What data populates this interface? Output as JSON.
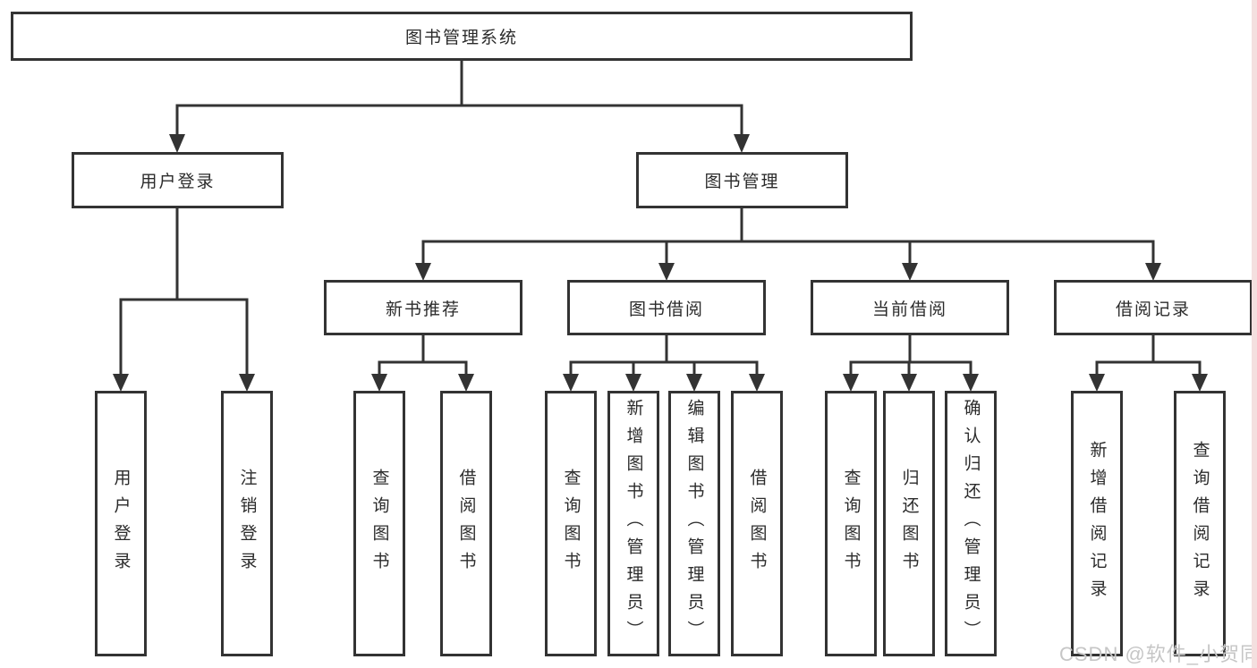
{
  "diagram_title": "图书管理系统",
  "nodes": {
    "root": {
      "label": "图书管理系统"
    },
    "user_login": {
      "label": "用户登录"
    },
    "book_mgmt": {
      "label": "图书管理"
    },
    "new_book_rec": {
      "label": "新书推荐"
    },
    "book_borrow": {
      "label": "图书借阅"
    },
    "current_borrow": {
      "label": "当前借阅"
    },
    "borrow_record": {
      "label": "借阅记录"
    },
    "user_login_leaf": {
      "label": "用户登录"
    },
    "logout_leaf": {
      "label": "注销登录"
    },
    "query_book_rec": {
      "label": "查询图书"
    },
    "borrow_book_rec": {
      "label": "借阅图书"
    },
    "query_book_borrow": {
      "label": "查询图书"
    },
    "add_book_admin": {
      "label": "新增图书（管理员）"
    },
    "edit_book_admin": {
      "label": "编辑图书（管理员）"
    },
    "borrow_book_leaf": {
      "label": "借阅图书"
    },
    "query_book_current": {
      "label": "查询图书"
    },
    "return_book": {
      "label": "归还图书"
    },
    "confirm_return_admin": {
      "label": "确认归还（管理员）"
    },
    "add_borrow_record": {
      "label": "新增借阅记录"
    },
    "query_borrow_record": {
      "label": "查询借阅记录"
    }
  },
  "hierarchy": {
    "root": [
      "user_login",
      "book_mgmt"
    ],
    "user_login": [
      "user_login_leaf",
      "logout_leaf"
    ],
    "book_mgmt": [
      "new_book_rec",
      "book_borrow",
      "current_borrow",
      "borrow_record"
    ],
    "new_book_rec": [
      "query_book_rec",
      "borrow_book_rec"
    ],
    "book_borrow": [
      "query_book_borrow",
      "add_book_admin",
      "edit_book_admin",
      "borrow_book_leaf"
    ],
    "current_borrow": [
      "query_book_current",
      "return_book",
      "confirm_return_admin"
    ],
    "borrow_record": [
      "add_borrow_record",
      "query_borrow_record"
    ]
  },
  "watermark": {
    "text": "CSDN @软件_小贺同学",
    "color": "#c6c6c6"
  },
  "colors": {
    "line": "#333333",
    "box_border": "#333333",
    "box_fill": "#ffffff",
    "text": "#2b2b2b",
    "right_edge_tint": "#f4dfdf"
  }
}
